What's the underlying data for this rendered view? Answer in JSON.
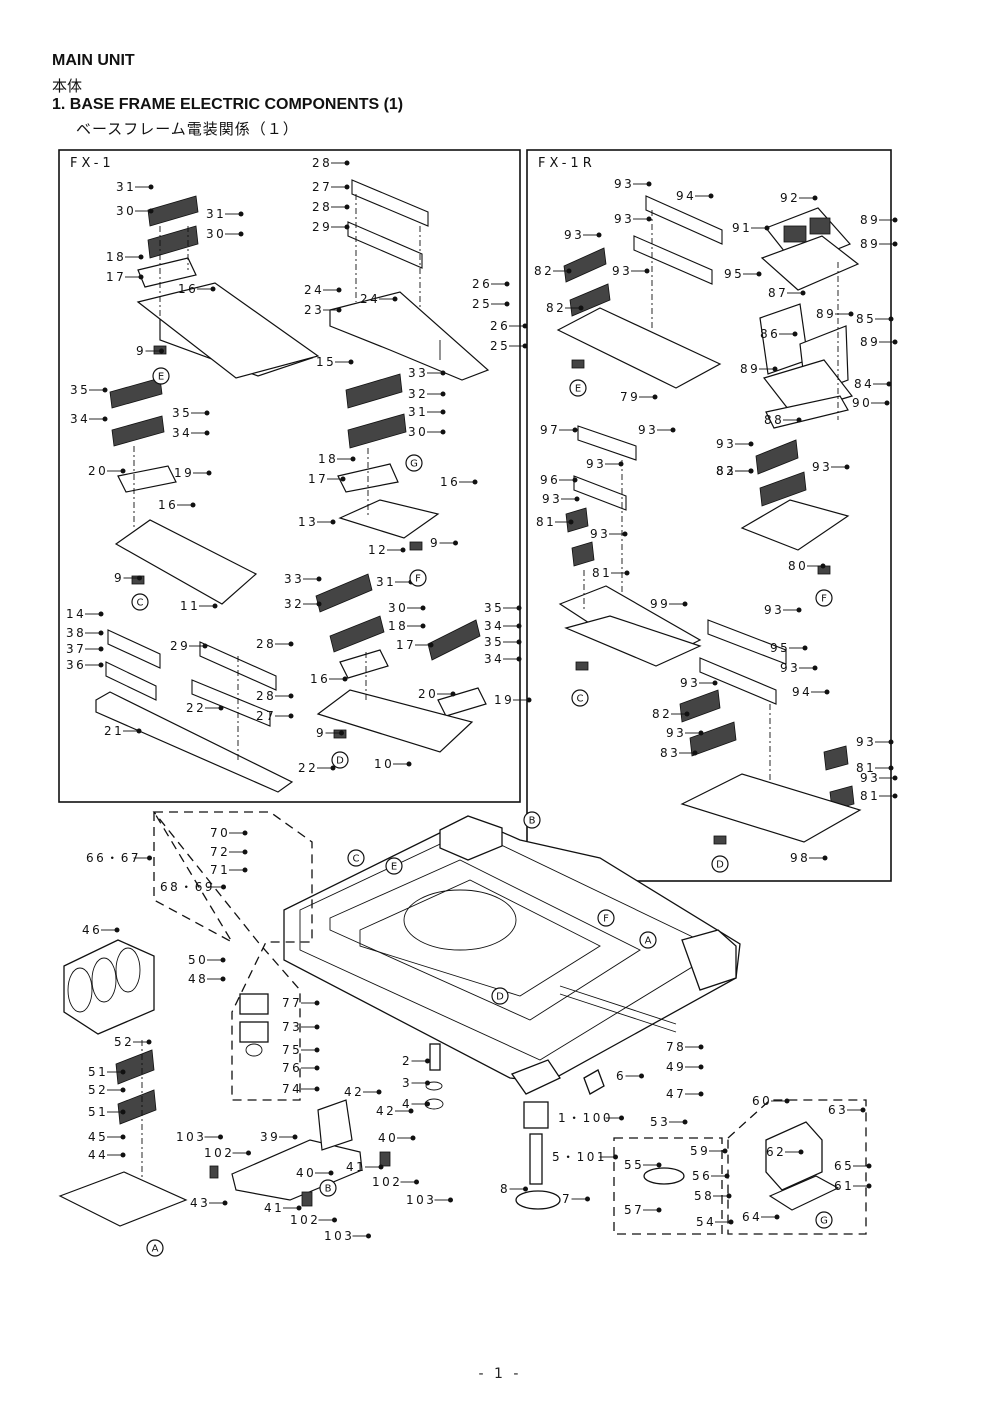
{
  "header": {
    "title_en": "MAIN UNIT",
    "title_jp": "本体",
    "section_title": "1.  BASE FRAME ELECTRIC COMPONENTS (1)",
    "section_title_jp": "ベースフレーム電装関係（１）"
  },
  "panels": {
    "left": "FX-1",
    "right": "FX-1R"
  },
  "callouts": [
    {
      "label": "E"
    },
    {
      "label": "C"
    },
    {
      "label": "G"
    },
    {
      "label": "F"
    },
    {
      "label": "D"
    },
    {
      "label": "E"
    },
    {
      "label": "C"
    },
    {
      "label": "F"
    },
    {
      "label": "D"
    },
    {
      "label": "B"
    },
    {
      "label": "C"
    },
    {
      "label": "E"
    },
    {
      "label": "F"
    },
    {
      "label": "A"
    },
    {
      "label": "D"
    },
    {
      "label": "A"
    },
    {
      "label": "B"
    },
    {
      "label": "G"
    }
  ],
  "part_labels": [
    {
      "text": "31"
    },
    {
      "text": "30"
    },
    {
      "text": "31"
    },
    {
      "text": "30"
    },
    {
      "text": "18"
    },
    {
      "text": "17"
    },
    {
      "text": "16"
    },
    {
      "text": "9"
    },
    {
      "text": "15"
    },
    {
      "text": "28"
    },
    {
      "text": "27"
    },
    {
      "text": "28"
    },
    {
      "text": "29"
    },
    {
      "text": "24"
    },
    {
      "text": "23"
    },
    {
      "text": "24"
    },
    {
      "text": "26"
    },
    {
      "text": "25"
    },
    {
      "text": "26"
    },
    {
      "text": "25"
    },
    {
      "text": "35"
    },
    {
      "text": "34"
    },
    {
      "text": "35"
    },
    {
      "text": "34"
    },
    {
      "text": "20"
    },
    {
      "text": "19"
    },
    {
      "text": "16"
    },
    {
      "text": "9"
    },
    {
      "text": "11"
    },
    {
      "text": "33"
    },
    {
      "text": "32"
    },
    {
      "text": "31"
    },
    {
      "text": "30"
    },
    {
      "text": "18"
    },
    {
      "text": "17"
    },
    {
      "text": "16"
    },
    {
      "text": "13"
    },
    {
      "text": "12"
    },
    {
      "text": "9"
    },
    {
      "text": "14"
    },
    {
      "text": "38"
    },
    {
      "text": "37"
    },
    {
      "text": "36"
    },
    {
      "text": "29"
    },
    {
      "text": "28"
    },
    {
      "text": "28"
    },
    {
      "text": "27"
    },
    {
      "text": "22"
    },
    {
      "text": "21"
    },
    {
      "text": "22"
    },
    {
      "text": "33"
    },
    {
      "text": "31"
    },
    {
      "text": "32"
    },
    {
      "text": "30"
    },
    {
      "text": "18"
    },
    {
      "text": "17"
    },
    {
      "text": "16"
    },
    {
      "text": "9"
    },
    {
      "text": "10"
    },
    {
      "text": "35"
    },
    {
      "text": "34"
    },
    {
      "text": "35"
    },
    {
      "text": "34"
    },
    {
      "text": "20"
    },
    {
      "text": "19"
    },
    {
      "text": "93"
    },
    {
      "text": "94"
    },
    {
      "text": "93"
    },
    {
      "text": "93"
    },
    {
      "text": "82"
    },
    {
      "text": "93"
    },
    {
      "text": "95"
    },
    {
      "text": "82"
    },
    {
      "text": "79"
    },
    {
      "text": "92"
    },
    {
      "text": "91"
    },
    {
      "text": "89"
    },
    {
      "text": "89"
    },
    {
      "text": "87"
    },
    {
      "text": "86"
    },
    {
      "text": "89"
    },
    {
      "text": "85"
    },
    {
      "text": "89"
    },
    {
      "text": "89"
    },
    {
      "text": "84"
    },
    {
      "text": "88"
    },
    {
      "text": "90"
    },
    {
      "text": "97"
    },
    {
      "text": "93"
    },
    {
      "text": "96"
    },
    {
      "text": "93"
    },
    {
      "text": "93"
    },
    {
      "text": "81"
    },
    {
      "text": "93"
    },
    {
      "text": "81"
    },
    {
      "text": "93"
    },
    {
      "text": "82"
    },
    {
      "text": "93"
    },
    {
      "text": "83"
    },
    {
      "text": "80"
    },
    {
      "text": "99"
    },
    {
      "text": "93"
    },
    {
      "text": "95"
    },
    {
      "text": "93"
    },
    {
      "text": "93"
    },
    {
      "text": "94"
    },
    {
      "text": "82"
    },
    {
      "text": "93"
    },
    {
      "text": "83"
    },
    {
      "text": "93"
    },
    {
      "text": "81"
    },
    {
      "text": "93"
    },
    {
      "text": "81"
    },
    {
      "text": "98"
    },
    {
      "text": "70"
    },
    {
      "text": "72"
    },
    {
      "text": "71"
    },
    {
      "text": "66・67"
    },
    {
      "text": "68・69"
    },
    {
      "text": "77"
    },
    {
      "text": "73"
    },
    {
      "text": "75"
    },
    {
      "text": "76"
    },
    {
      "text": "74"
    },
    {
      "text": "46"
    },
    {
      "text": "50"
    },
    {
      "text": "48"
    },
    {
      "text": "52"
    },
    {
      "text": "51"
    },
    {
      "text": "52"
    },
    {
      "text": "51"
    },
    {
      "text": "45"
    },
    {
      "text": "44"
    },
    {
      "text": "43"
    },
    {
      "text": "42"
    },
    {
      "text": "42"
    },
    {
      "text": "39"
    },
    {
      "text": "40"
    },
    {
      "text": "103"
    },
    {
      "text": "102"
    },
    {
      "text": "40"
    },
    {
      "text": "41"
    },
    {
      "text": "41"
    },
    {
      "text": "102"
    },
    {
      "text": "103"
    },
    {
      "text": "102"
    },
    {
      "text": "103"
    },
    {
      "text": "2"
    },
    {
      "text": "3"
    },
    {
      "text": "4"
    },
    {
      "text": "6"
    },
    {
      "text": "78"
    },
    {
      "text": "49"
    },
    {
      "text": "47"
    },
    {
      "text": "1・100"
    },
    {
      "text": "5・101"
    },
    {
      "text": "8"
    },
    {
      "text": "7"
    },
    {
      "text": "53"
    },
    {
      "text": "59"
    },
    {
      "text": "55"
    },
    {
      "text": "56"
    },
    {
      "text": "58"
    },
    {
      "text": "57"
    },
    {
      "text": "54"
    },
    {
      "text": "60"
    },
    {
      "text": "63"
    },
    {
      "text": "62"
    },
    {
      "text": "65"
    },
    {
      "text": "61"
    },
    {
      "text": "64"
    }
  ],
  "footer": {
    "page": "- 1 -"
  }
}
